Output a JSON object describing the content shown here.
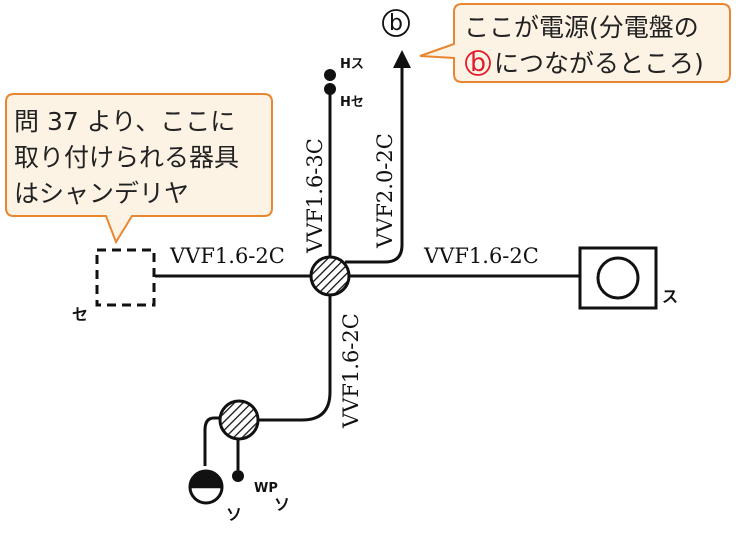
{
  "callout_left": {
    "lines": [
      "問 37 より、ここに",
      "取り付けられる器具",
      "はシャンデリヤ"
    ]
  },
  "callout_right": {
    "line1": "ここが電源(分電盤の",
    "line2_marker": "ⓑ",
    "line2_rest": "につながるところ)"
  },
  "source_label": "ⓑ",
  "cables": {
    "left": "VVF1.6-2C",
    "right": "VVF1.6-2C",
    "up_switch": "VVF1.6-3C",
    "up_source": "VVF2.0-2C",
    "down": "VVF1.6-2C"
  },
  "symbols": {
    "switch_top_h_su": "Hス",
    "switch_top_h_se": "Hセ",
    "fixture_left": "セ",
    "fixture_right": "ス",
    "outlet_so": "ソ",
    "outlet_wp": "WP",
    "outlet_wp_so": "ソ"
  },
  "colors": {
    "callout_border": "#e8872f",
    "callout_fill": "#fdf3e5",
    "accent_red": "#e21b2a",
    "wire": "#111111"
  }
}
